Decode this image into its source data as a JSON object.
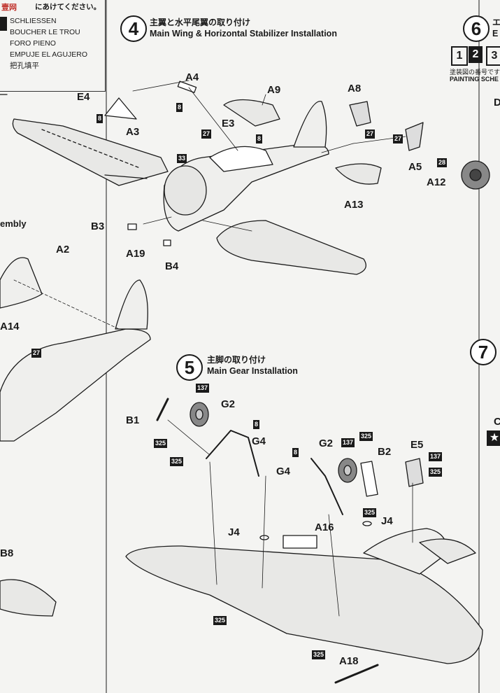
{
  "legend": {
    "jp_header": "にあけてください。",
    "lines": [
      "SCHLIESSEN",
      "BOUCHER LE TROU",
      "FORO PIENO",
      "EMPUJE EL AGUJERO",
      "把孔填平"
    ],
    "watermark": "壹网"
  },
  "step4": {
    "number": "4",
    "title_jp": "主翼と水平尾翼の取り付け",
    "title_en": "Main Wing & Horizontal Stabilizer Installation"
  },
  "step5": {
    "number": "5",
    "title_jp": "主脚の取り付け",
    "title_en": "Main Gear Installation"
  },
  "step6": {
    "number": "6",
    "title_partial": "エ",
    "subtitle_partial": "E",
    "paint_jp": "塗装図の番号です",
    "paint_en": "PAINTING SCHE",
    "badges": [
      "1",
      "2",
      "3"
    ]
  },
  "step7": {
    "number": "7"
  },
  "misc": {
    "left_assembly": "embly",
    "right_d": "D",
    "right_c": "C"
  },
  "parts": {
    "A4": "A4",
    "E4": "E4",
    "A3": "A3",
    "A9": "A9",
    "A8": "A8",
    "E3": "E3",
    "A5": "A5",
    "A13": "A13",
    "A12": "A12",
    "B3": "B3",
    "B4": "B4",
    "A2": "A2",
    "A19": "A19",
    "A14": "A14",
    "B8": "B8",
    "G2a": "G2",
    "B1": "B1",
    "G4a": "G4",
    "G2b": "G2",
    "B2": "B2",
    "E5": "E5",
    "G4b": "G4",
    "J4a": "J4",
    "A16": "A16",
    "J4b": "J4",
    "A18": "A18"
  },
  "badges": {
    "b8_a4": "8",
    "b8_e4": "8",
    "b27_a": "27",
    "b8_e3": "8",
    "b27_a8": "27",
    "b27_a5": "27",
    "b33": "33",
    "b28": "28",
    "b27_fus": "27",
    "b137_g2a": "137",
    "b8_g4a": "8",
    "b325_b1": "325",
    "b325_g4a": "325",
    "b8_g4b": "8",
    "b137_g2b": "137",
    "b325_b2": "325",
    "b137_e5": "137",
    "b325_e5": "325",
    "b325_a16": "325",
    "b325_wing": "325",
    "b325_wing2": "325"
  }
}
